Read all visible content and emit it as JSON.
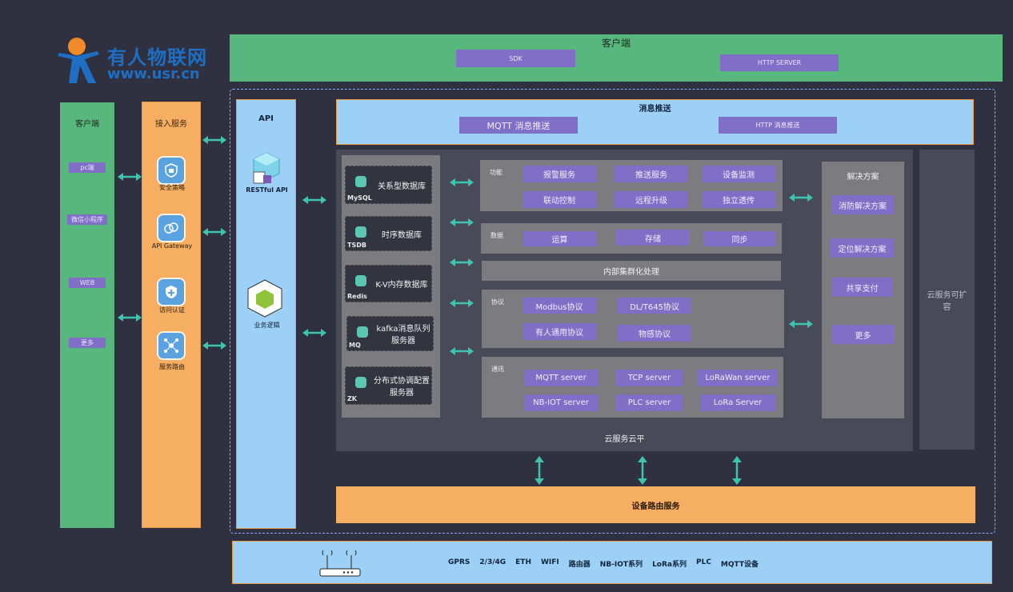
{
  "logo": {
    "name_cn": "有人物联网",
    "url": "www.usr.cn"
  },
  "top_client": {
    "title": "客户端",
    "items": [
      "SDK",
      "HTTP SERVER"
    ]
  },
  "client_col": {
    "title": "客户端",
    "items": [
      "pc端",
      "微信小程序",
      "WEB",
      "更多"
    ]
  },
  "access_col": {
    "title": "接入服务",
    "items": [
      "安全策略",
      "API Gateway",
      "访问认证",
      "服务路由"
    ]
  },
  "api_col": {
    "title": "API",
    "items": [
      "RESTful API",
      "业务逻辑"
    ]
  },
  "msg_push": {
    "title": "消息推送",
    "items": [
      "MQTT 消息推送",
      "HTTP 消息推送"
    ]
  },
  "databases": [
    {
      "tag": "MySQL",
      "name": "关系型数据库"
    },
    {
      "tag": "TSDB",
      "name": "时序数据库"
    },
    {
      "tag": "Redis",
      "name": "K-V内存数据库"
    },
    {
      "tag": "MQ",
      "name": "kafka消息队列服务器"
    },
    {
      "tag": "ZK",
      "name": "分布式协调配置服务器"
    }
  ],
  "function_box": {
    "title": "功能",
    "items": [
      "报警服务",
      "推送服务",
      "设备监测",
      "联动控制",
      "远程升级",
      "独立透传"
    ]
  },
  "data_box": {
    "title": "数据",
    "items": [
      "运算",
      "存储",
      "同步"
    ]
  },
  "internal": {
    "label": "内部集群化处理"
  },
  "protocol_box": {
    "title": "协议",
    "items": [
      "Modbus协议",
      "DL/T645协议",
      "有人通用协议",
      "物感协议"
    ]
  },
  "comm_box": {
    "title": "通讯",
    "items": [
      "MQTT server",
      "TCP server",
      "LoRaWan server",
      "NB-IOT server",
      "PLC server",
      "LoRa Server"
    ]
  },
  "solutions": {
    "title": "解决方案",
    "items": [
      "消防解决方案",
      "定位解决方案",
      "共享支付",
      "更多"
    ]
  },
  "cloud": {
    "label": "云服务云平",
    "ext": "云服务可扩容"
  },
  "device_route": {
    "label": "设备路由服务"
  },
  "bottom": {
    "items": [
      "GPRS",
      "2/3/4G",
      "ETH",
      "WIFI",
      "路由器",
      "NB-IOT系列",
      "LoRa系列",
      "PLC",
      "MQTT设备"
    ]
  },
  "colors": {
    "green": "#58b77c",
    "orange": "#f6ae62",
    "blue": "#9dd0f6",
    "purple": "#7f6fc6",
    "arrow": "#3fc3b0"
  }
}
